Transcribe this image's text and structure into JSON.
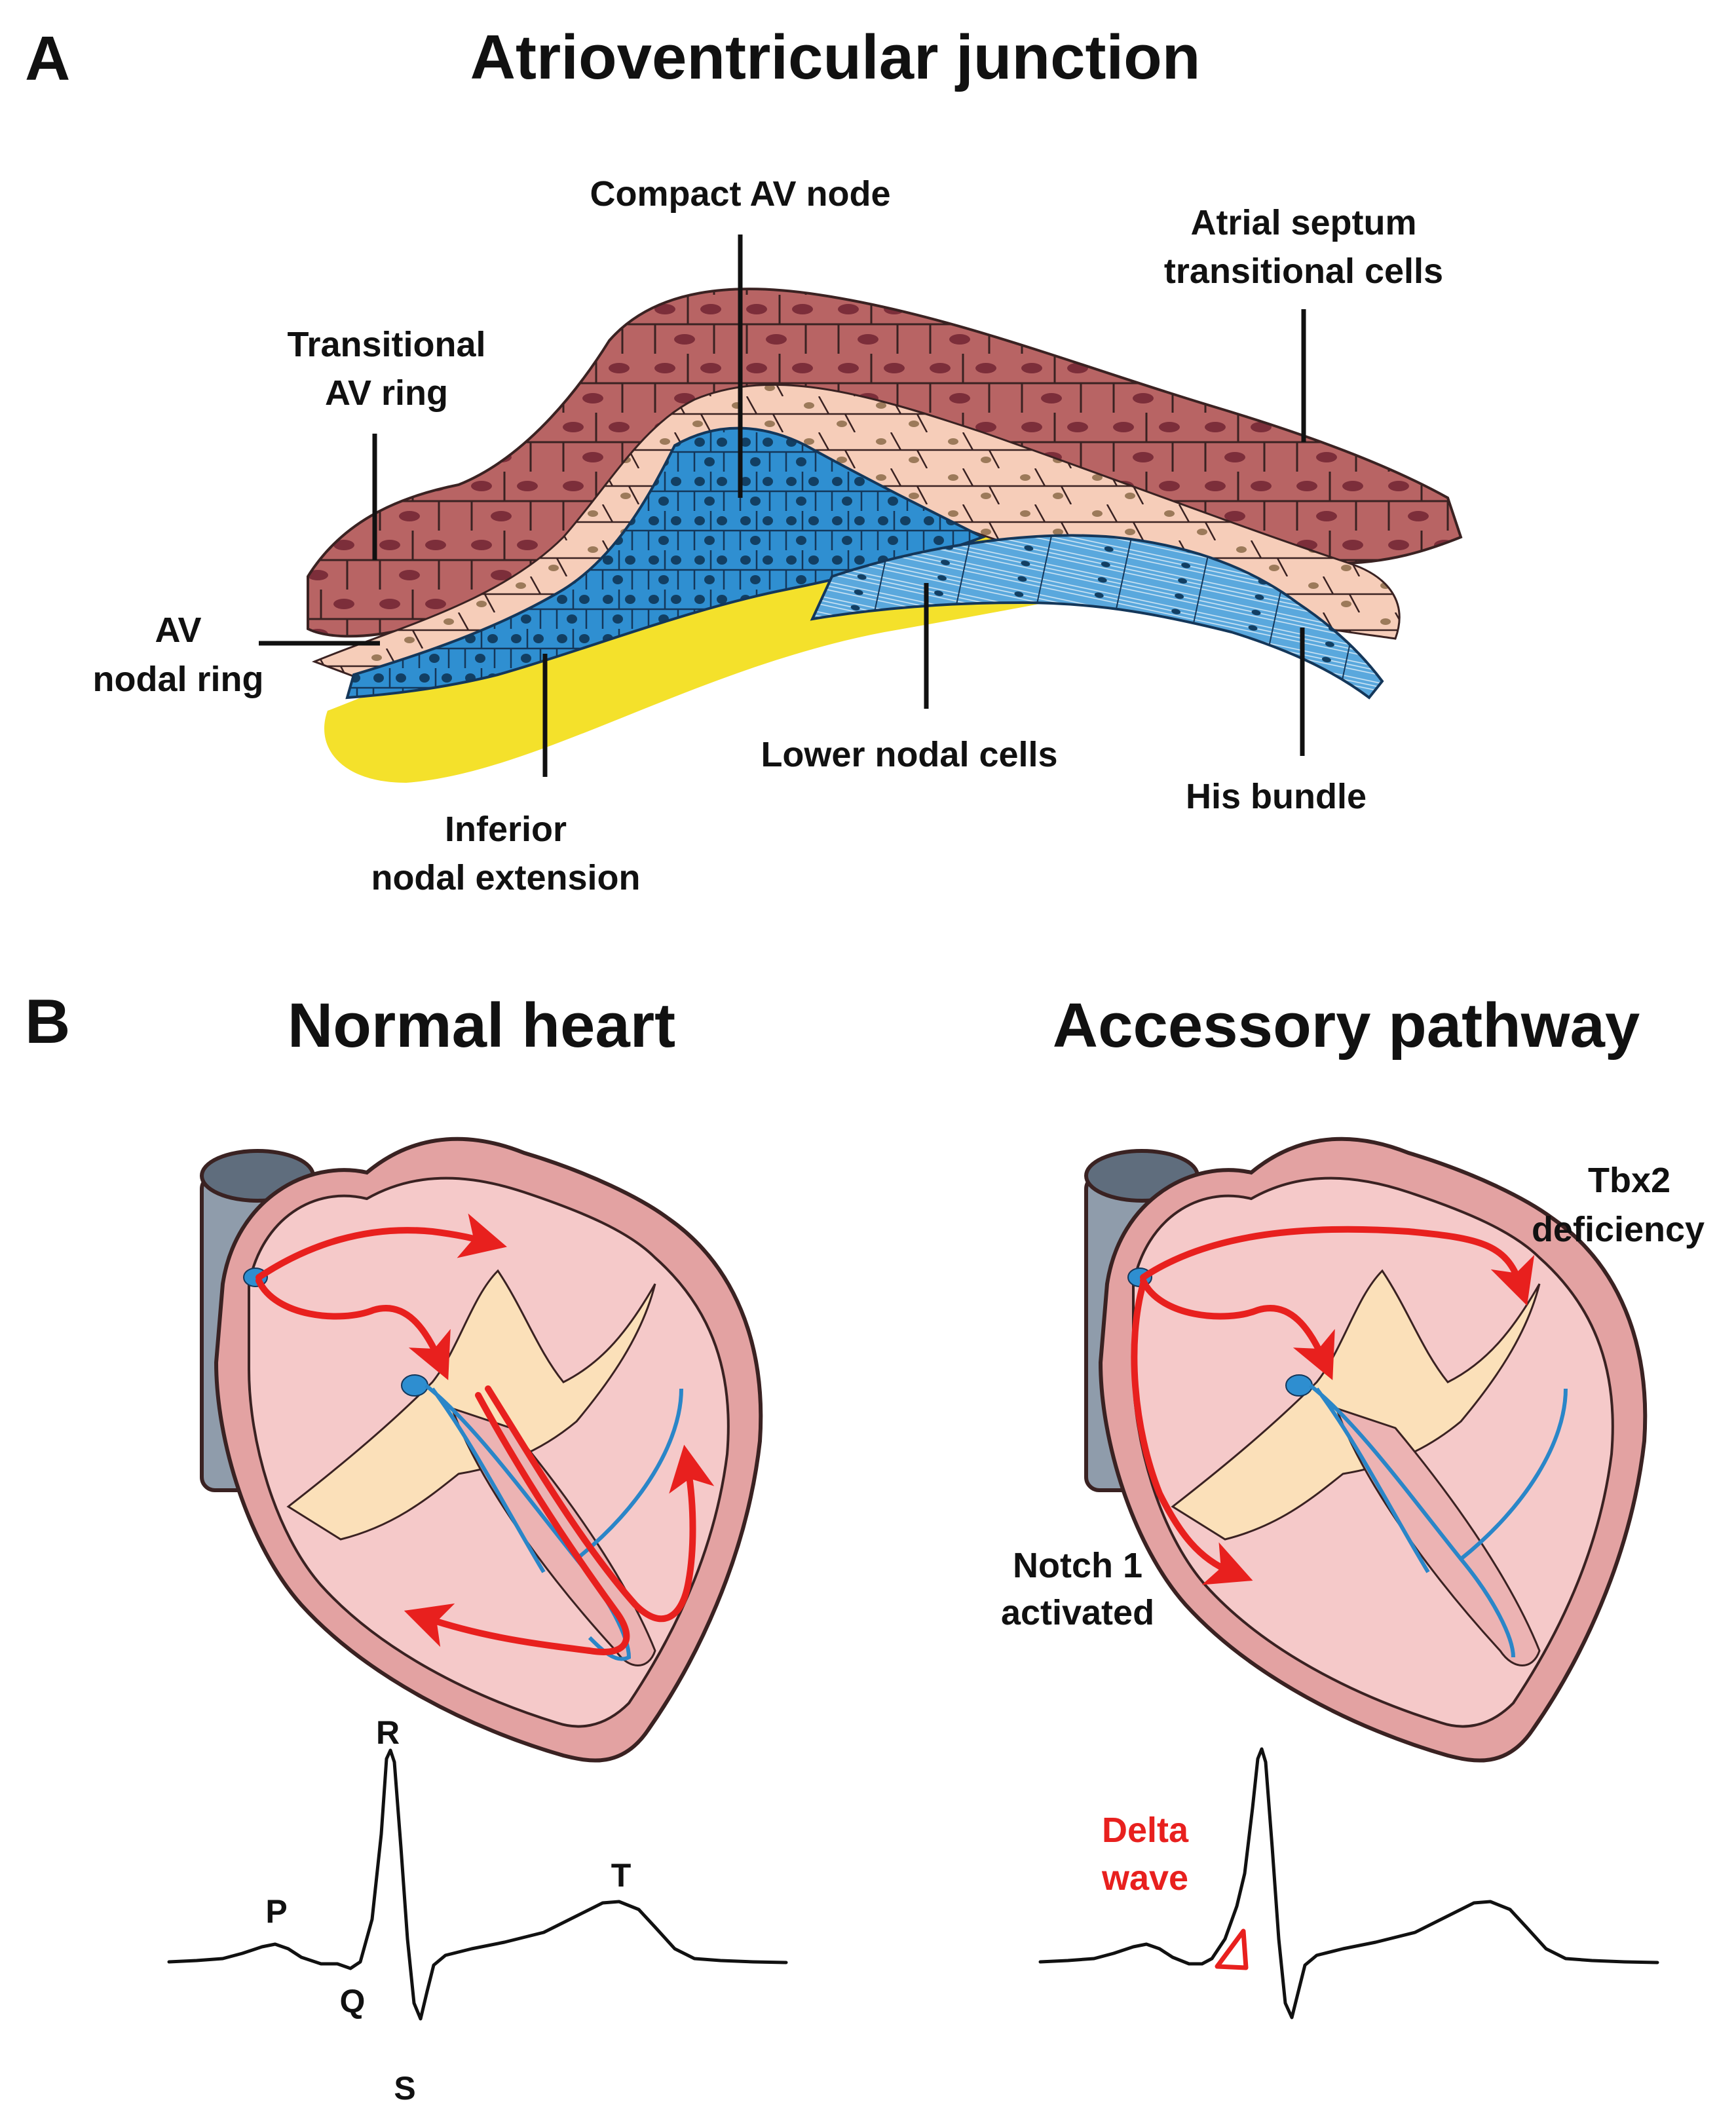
{
  "panel_a": {
    "letter": "A",
    "title": "Atrioventricular junction",
    "labels": {
      "compact_av_node": "Compact AV node",
      "atrial_septum_1": "Atrial septum",
      "atrial_septum_2": "transitional cells",
      "transitional_av_ring_1": "Transitional",
      "transitional_av_ring_2": "AV ring",
      "av_nodal_ring_1": "AV",
      "av_nodal_ring_2": "nodal ring",
      "lower_nodal_cells": "Lower nodal cells",
      "his_bundle": "His bundle",
      "inferior_nodal_ext_1": "Inferior",
      "inferior_nodal_ext_2": "nodal extension"
    }
  },
  "panel_b": {
    "letter": "B",
    "normal_title": "Normal heart",
    "accessory_title": "Accessory pathway",
    "labels": {
      "tbx2_1": "Tbx2",
      "tbx2_2": "deficiency",
      "notch_1": "Notch 1",
      "notch_2": "activated",
      "delta_1": "Delta",
      "delta_2": "wave"
    },
    "ecg_waves": {
      "p": "P",
      "q": "Q",
      "r": "R",
      "s": "S",
      "t": "T"
    }
  },
  "colors": {
    "myocyte": "#b35f5f",
    "transitional": "#f2c6b4",
    "nodal": "#2e8ed0",
    "fat": "#f3e02a",
    "heart_wall": "#e3a2a2",
    "chamber": "#f5c9c9",
    "valve": "#fbe0b9",
    "vessel": "#7f8ea0",
    "pathway": "#e8201e"
  }
}
